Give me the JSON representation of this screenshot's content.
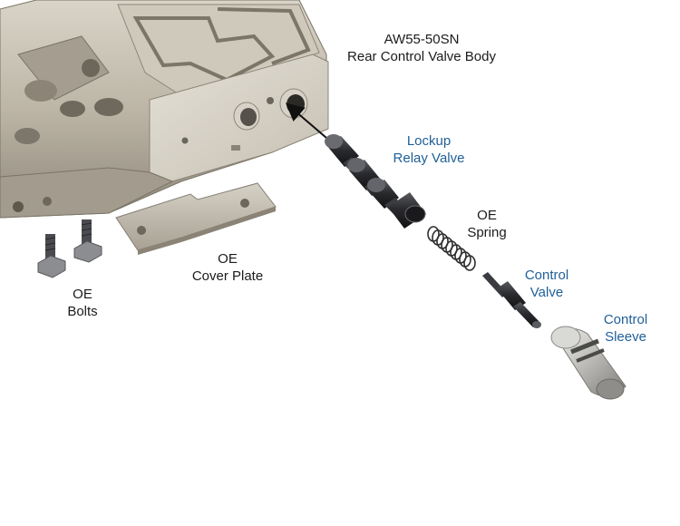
{
  "colors": {
    "label_dark": "#1b1b1b",
    "label_blue": "#1f5f98",
    "metal": "#b7b0a2",
    "steel_dark": "#2f2f31"
  },
  "labels": {
    "valve_body": {
      "line1": "AW55-50SN",
      "line2": "Rear Control Valve Body"
    },
    "lockup_relay_valve": {
      "line1": "Lockup",
      "line2": "Relay Valve"
    },
    "oe_spring": {
      "line1": "OE",
      "line2": "Spring"
    },
    "control_valve": {
      "line1": "Control",
      "line2": "Valve"
    },
    "control_sleeve": {
      "line1": "Control",
      "line2": "Sleeve"
    },
    "oe_cover_plate": {
      "line1": "OE",
      "line2": "Cover Plate"
    },
    "oe_bolts": {
      "line1": "OE",
      "line2": "Bolts"
    }
  }
}
